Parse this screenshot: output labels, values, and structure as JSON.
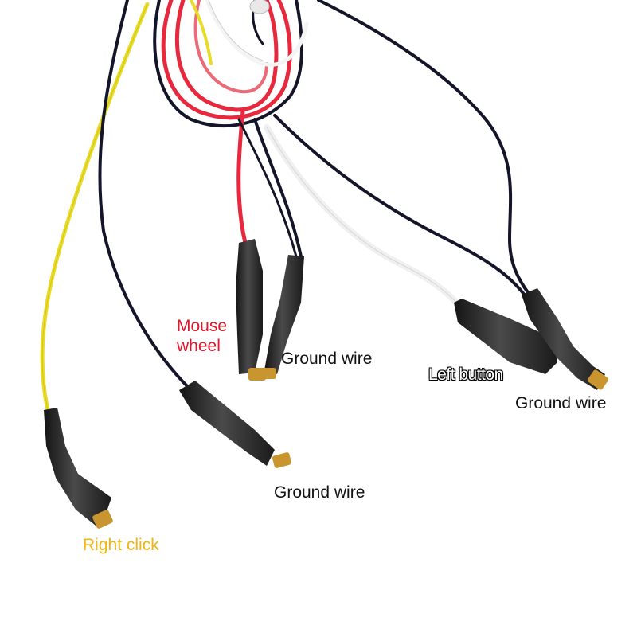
{
  "photo": {
    "subject": "mouse-cable-wire-harness",
    "wire_colors": {
      "yellow": "#e8dc2a",
      "red": "#e8283c",
      "black": "#15152a",
      "white": "#f2f2f2",
      "shrink_tube": "#2a2a2a",
      "terminal": "#c9952e"
    }
  },
  "labels": {
    "mouse_wheel": "Mouse\nwheel",
    "ground_wire_1": "Ground wire",
    "left_button": "Left button",
    "ground_wire_2": "Ground wire",
    "ground_wire_3": "Ground wire",
    "right_click": "Right click"
  },
  "label_colors": {
    "mouse_wheel": "#e0162b",
    "ground_wire": "#111111",
    "left_button": "#ffffff",
    "right_click": "#f0b414"
  }
}
